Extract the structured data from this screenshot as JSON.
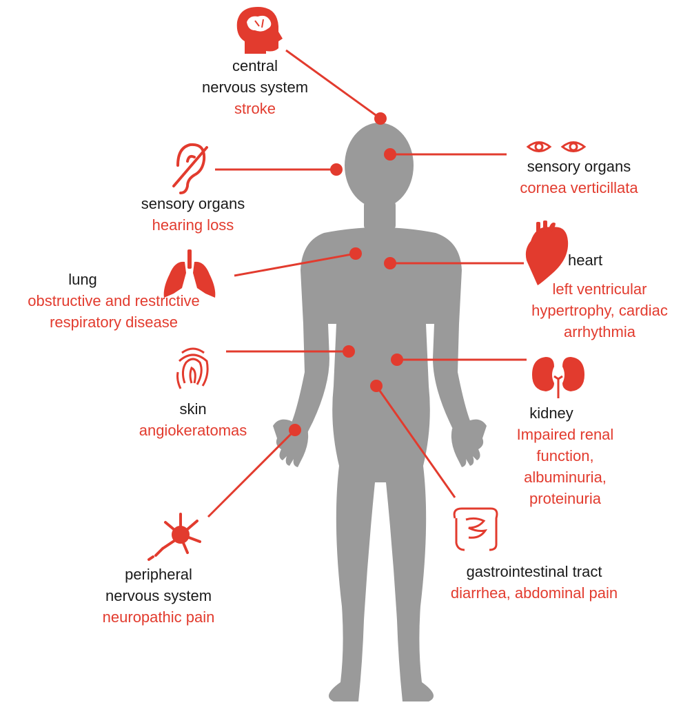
{
  "colors": {
    "accent": "#e23b2e",
    "body": "#9a9a9a",
    "text": "#1a1a1a"
  },
  "icons": [
    "brain-head-icon",
    "hearing-loss-icon",
    "eyes-icon",
    "heart-icon",
    "lungs-icon",
    "fingerprint-icon",
    "kidneys-icon",
    "neuron-icon",
    "intestine-icon"
  ],
  "labels": {
    "cns": {
      "organ_l1": "central",
      "organ_l2": "nervous system",
      "condition": "stroke"
    },
    "ear": {
      "organ": "sensory organs",
      "condition": "hearing loss"
    },
    "eye": {
      "organ": "sensory organs",
      "condition": "cornea verticillata"
    },
    "lung": {
      "organ": "lung",
      "condition_l1": "obstructive and restrictive",
      "condition_l2": "respiratory disease"
    },
    "heart": {
      "organ": "heart",
      "condition_l1": "left ventricular",
      "condition_l2": "hypertrophy, cardiac",
      "condition_l3": "arrhythmia"
    },
    "skin": {
      "organ": "skin",
      "condition": "angiokeratomas"
    },
    "kidney": {
      "organ": "kidney",
      "condition_l1": "Impaired renal",
      "condition_l2": "function,",
      "condition_l3": "albuminuria,",
      "condition_l4": "proteinuria"
    },
    "pns": {
      "organ_l1": "peripheral",
      "organ_l2": "nervous system",
      "condition": "neuropathic pain"
    },
    "gi": {
      "organ": "gastrointestinal tract",
      "condition": "diarrhea, abdominal pain"
    }
  }
}
